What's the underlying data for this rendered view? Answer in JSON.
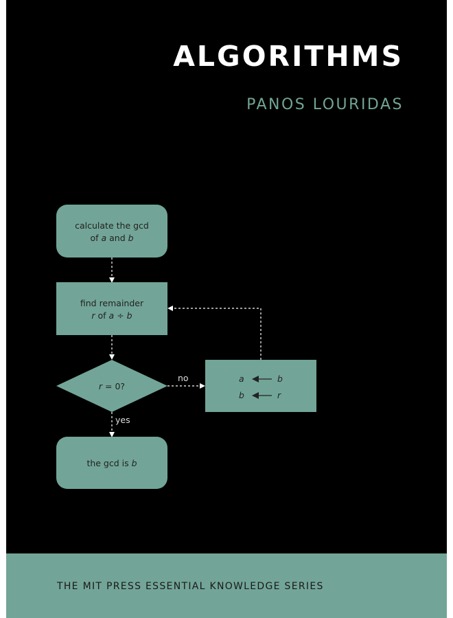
{
  "cover": {
    "title": "ALGORITHMS",
    "author": "PANOS LOURIDAS",
    "series": "THE MIT PRESS ESSENTIAL KNOWLEDGE SERIES",
    "colors": {
      "background": "#000000",
      "accent": "#72a597",
      "title": "#ffffff"
    }
  },
  "flowchart": {
    "start": {
      "line1": "calculate the gcd",
      "line2_pre": "of ",
      "line2_a": "a",
      "line2_mid": " and ",
      "line2_b": "b"
    },
    "remainder": {
      "line1": "find remainder",
      "line2_r": "r",
      "line2_mid": " of ",
      "line2_a": "a",
      "line2_div": " ÷ ",
      "line2_b": "b"
    },
    "decision": {
      "r": "r",
      "rest": " = 0?"
    },
    "assign": {
      "row1_lhs": "a",
      "row1_rhs": "b",
      "row2_lhs": "b",
      "row2_rhs": "r"
    },
    "end": {
      "pre": "the gcd is ",
      "b": "b"
    },
    "edge_no": "no",
    "edge_yes": "yes"
  }
}
